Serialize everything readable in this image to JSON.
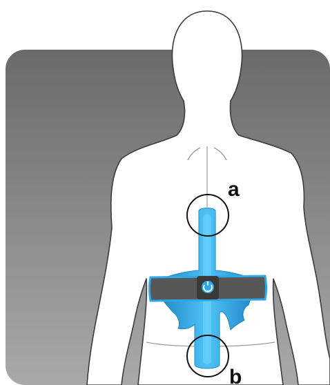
{
  "figure": {
    "callouts": [
      {
        "id": "a",
        "label": "a"
      },
      {
        "id": "b",
        "label": "b"
      }
    ],
    "colors": {
      "background_top": "#6a6a6a",
      "background_bottom": "#a9a9a9",
      "body_fill": "#ffffff",
      "body_outline": "#3a3a3a",
      "device_blue": "#2fa9e6",
      "device_blue_dark": "#1f86c4",
      "belt_gray": "#575757",
      "callout_circle": "#111111"
    },
    "icons": [
      "body-silhouette",
      "blue-back-device",
      "dark-belt",
      "power-button-icon"
    ]
  }
}
